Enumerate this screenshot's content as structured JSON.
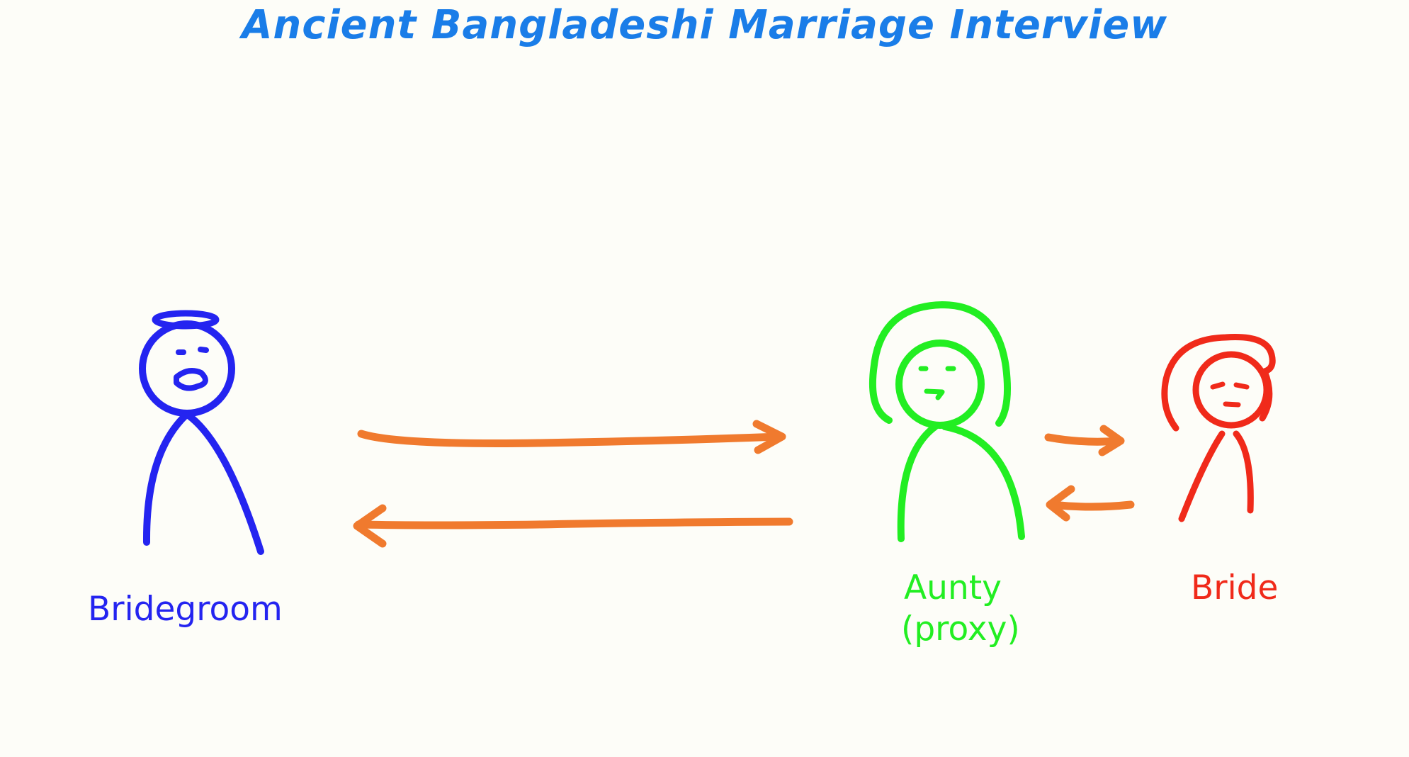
{
  "title": "Ancient Bangladeshi Marriage Interview",
  "people": {
    "bridegroom": {
      "label": "Bridegroom",
      "color": "#2424f0",
      "icon": "stick-figure-with-halo-icon"
    },
    "aunty": {
      "label_line1": "Aunty",
      "label_line2": "(proxy)",
      "color": "#22ee22",
      "icon": "stick-figure-with-hood-icon"
    },
    "bride": {
      "label": "Bride",
      "color": "#f02a1a",
      "icon": "stick-figure-with-hair-icon"
    }
  },
  "colors": {
    "title": "#1a7de8",
    "arrow": "#f07a2e",
    "background": "#fdfdf8"
  },
  "arrows": [
    {
      "from": "Bridegroom",
      "to": "Aunty (proxy)"
    },
    {
      "from": "Aunty (proxy)",
      "to": "Bridegroom"
    },
    {
      "from": "Aunty (proxy)",
      "to": "Bride"
    },
    {
      "from": "Bride",
      "to": "Aunty (proxy)"
    }
  ]
}
